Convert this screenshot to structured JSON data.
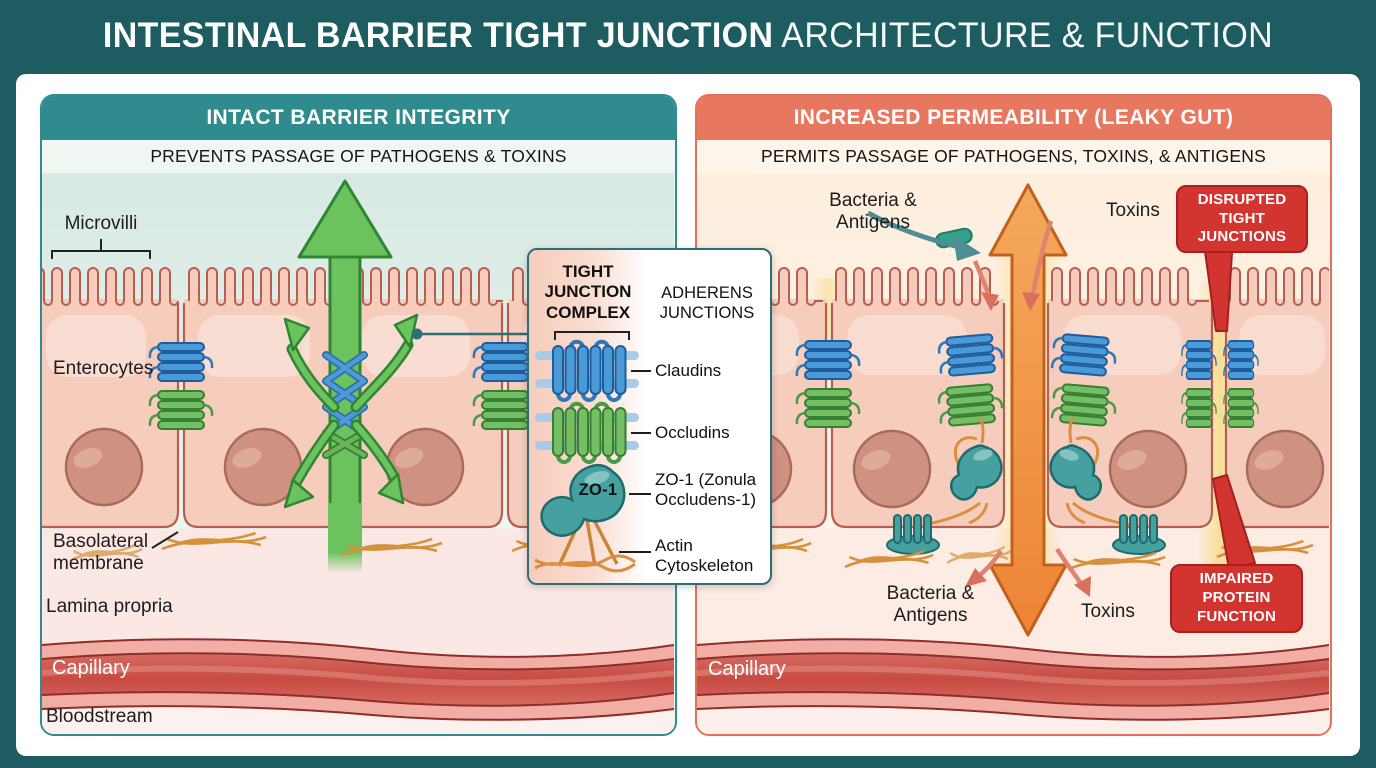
{
  "title": {
    "bold": "INTESTINAL BARRIER TIGHT JUNCTION",
    "regular": "ARCHITECTURE & FUNCTION"
  },
  "panels": {
    "left": {
      "header": "INTACT BARRIER INTEGRITY",
      "subtitle": "PREVENTS PASSAGE OF PATHOGENS & TOXINS",
      "labels": {
        "microvilli": "Microvilli",
        "enterocytes": "Enterocytes",
        "basolateral_membrane": "Basolateral\nmembrane",
        "lamina_propria": "Lamina propria",
        "capillary": "Capillary",
        "bloodstream": "Bloodstream"
      }
    },
    "right": {
      "header": "INCREASED PERMEABILITY (LEAKY GUT)",
      "subtitle": "PERMITS PASSAGE OF PATHOGENS, TOXINS, & ANTIGENS",
      "labels": {
        "bacteria_antigens_top": "Bacteria &\nAntigens",
        "toxins_top": "Toxins",
        "disrupted_tight_junctions": "DISRUPTED\nTIGHT\nJUNCTIONS",
        "bacteria_antigens_bottom": "Bacteria &\nAntigens",
        "toxins_bottom": "Toxins",
        "impaired_protein_function": "IMPAIRED\nPROTEIN\nFUNCTION",
        "capillary": "Capillary"
      }
    }
  },
  "legend": {
    "title": "TIGHT\nJUNCTION\nCOMPLEX",
    "adherens": "ADHERENS\nJUNCTIONS",
    "zo1_badge": "ZO-1",
    "items": {
      "claudins": "Claudins",
      "occludins": "Occludins",
      "zo1": "ZO-1 (Zonula\nOccludens-1)",
      "actin": "Actin\nCytoskeleton"
    }
  },
  "colors": {
    "frame_teal": "#1D5C61",
    "panel_teal": "#2F8B8D",
    "panel_coral": "#E8775F",
    "callout_red": "#D23430",
    "protein_blue": "#4A9AD8",
    "protein_green": "#74BF63",
    "zo1_teal": "#46A0A0",
    "actin_orange": "#D98F3F",
    "arrow_green": "#6CC25C",
    "arrow_orange": "#F0974A",
    "cell_fill": "#F6CDBC",
    "capillary_red": "#C74B43"
  }
}
